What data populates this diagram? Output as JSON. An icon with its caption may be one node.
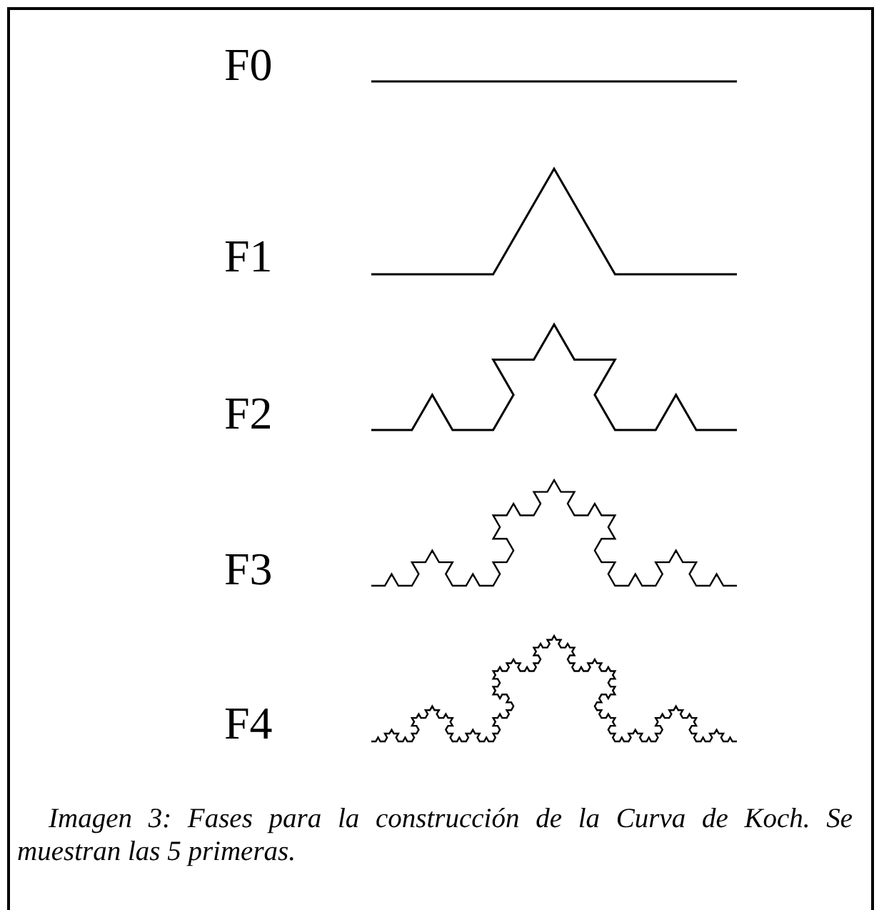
{
  "diagram": {
    "caption": "Imagen 3: Fases para la construcción de la Curva de Koch. Se muestran las 5 primeras.",
    "labels": [
      "F0",
      "F1",
      "F2",
      "F3",
      "F4"
    ]
  }
}
